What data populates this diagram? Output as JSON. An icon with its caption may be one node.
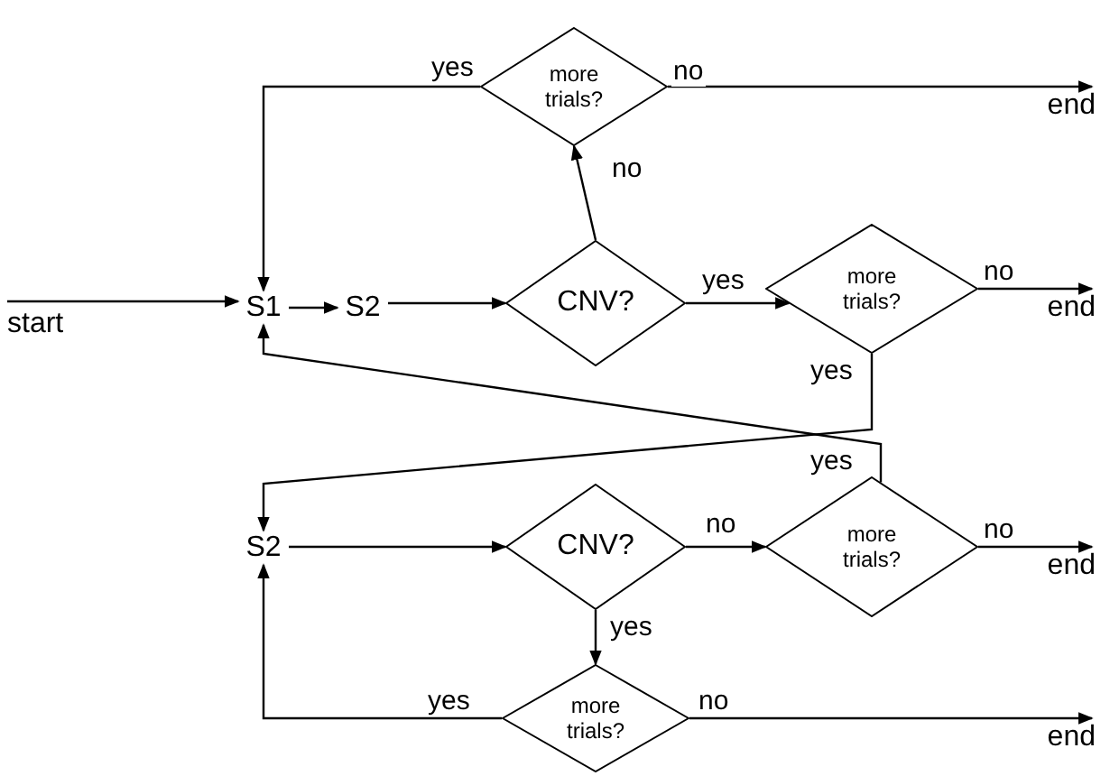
{
  "diagram": {
    "nodes": [
      {
        "text": [
          "start"
        ]
      },
      {
        "text": [
          "S1"
        ]
      },
      {
        "text": [
          "S2"
        ]
      },
      {
        "text": [
          "more trials?"
        ]
      },
      {
        "text": [
          "CNV?"
        ]
      },
      {
        "text": [
          "more trials?"
        ]
      },
      {
        "text": [
          "end"
        ]
      },
      {
        "text": [
          "end"
        ]
      },
      {
        "text": [
          "S2"
        ]
      },
      {
        "text": [
          "CNV?"
        ]
      },
      {
        "text": [
          "more trials?"
        ]
      },
      {
        "text": [
          "end"
        ]
      },
      {
        "text": [
          "more trials?"
        ]
      },
      {
        "text": [
          "end"
        ]
      }
    ],
    "edges": [
      {
        "from": 0,
        "to": 1,
        "arrow": "to"
      },
      {
        "from": 1,
        "to": 2,
        "arrow": "to"
      },
      {
        "from": 2,
        "to": 4,
        "arrow": "to"
      },
      {
        "from": 4,
        "to": 3,
        "label": "no",
        "arrow": "to"
      },
      {
        "from": 3,
        "to": 1,
        "label": "yes",
        "arrow": "to"
      },
      {
        "from": 3,
        "to": 6,
        "label": "no",
        "arrow": "to"
      },
      {
        "from": 4,
        "to": 5,
        "label": "yes",
        "arrow": "to"
      },
      {
        "from": 5,
        "to": 7,
        "label": "no",
        "arrow": "to"
      },
      {
        "from": 5,
        "to": 8,
        "label": "yes",
        "arrow": "to"
      },
      {
        "from": 8,
        "to": 9,
        "arrow": "to"
      },
      {
        "from": 9,
        "to": 10,
        "label": "no",
        "arrow": "to"
      },
      {
        "from": 9,
        "to": 12,
        "label": "yes",
        "arrow": "to"
      },
      {
        "from": 10,
        "to": 1,
        "label": "yes",
        "arrow": "to"
      },
      {
        "from": 10,
        "to": 11,
        "label": "no",
        "arrow": "to"
      },
      {
        "from": 12,
        "to": 8,
        "label": "yes",
        "arrow": "to"
      },
      {
        "from": 12,
        "to": 13,
        "label": "no",
        "arrow": "to"
      }
    ]
  }
}
